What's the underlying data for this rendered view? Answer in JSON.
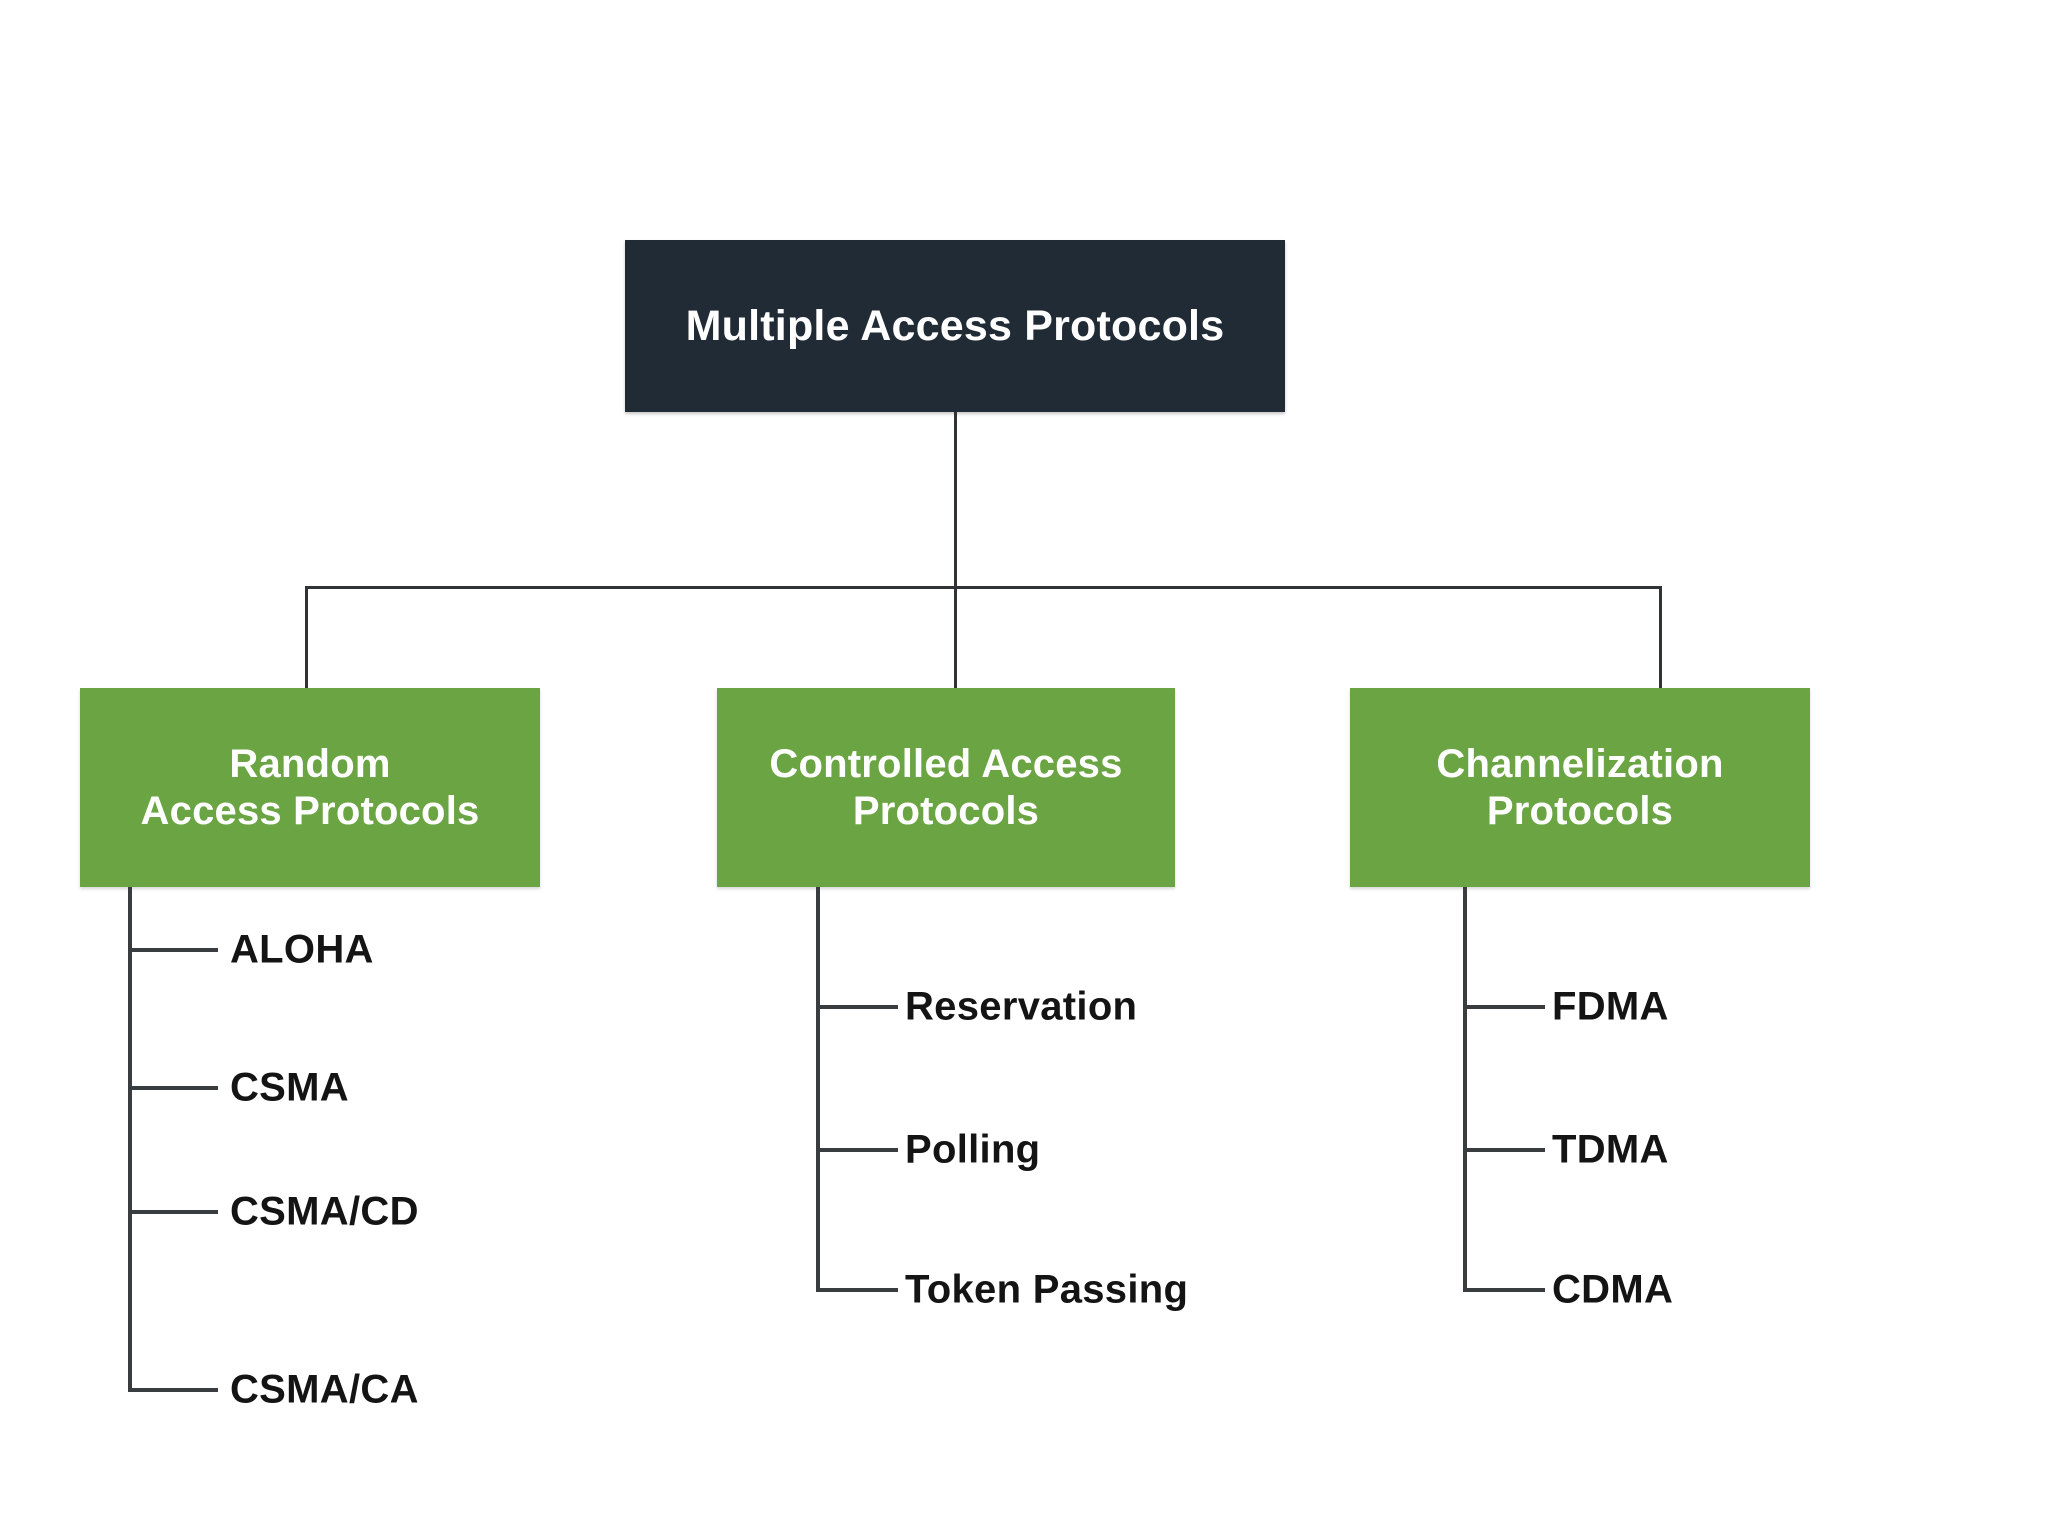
{
  "diagram": {
    "title": "Multiple Access Protocols",
    "colors": {
      "root_box": "#212b36",
      "branch_box": "#6aa443",
      "connector": "#2f3336",
      "box_text": "#ffffff",
      "leaf_text": "#141414",
      "background": "#ffffff"
    },
    "root": {
      "label": "Multiple Access Protocols"
    },
    "branches": [
      {
        "label": "Random\nAccess Protocols",
        "label_line1": "Random",
        "label_line2": "Access Protocols",
        "leaves": [
          {
            "label": "ALOHA"
          },
          {
            "label": "CSMA"
          },
          {
            "label": "CSMA/CD"
          },
          {
            "label": "CSMA/CA"
          }
        ]
      },
      {
        "label": "Controlled Access\nProtocols",
        "label_line1": "Controlled Access",
        "label_line2": "Protocols",
        "leaves": [
          {
            "label": "Reservation"
          },
          {
            "label": "Polling"
          },
          {
            "label": "Token Passing"
          }
        ]
      },
      {
        "label": "Channelization\nProtocols",
        "label_line1": "Channelization",
        "label_line2": "Protocols",
        "leaves": [
          {
            "label": "FDMA"
          },
          {
            "label": "TDMA"
          },
          {
            "label": "CDMA"
          }
        ]
      }
    ]
  }
}
